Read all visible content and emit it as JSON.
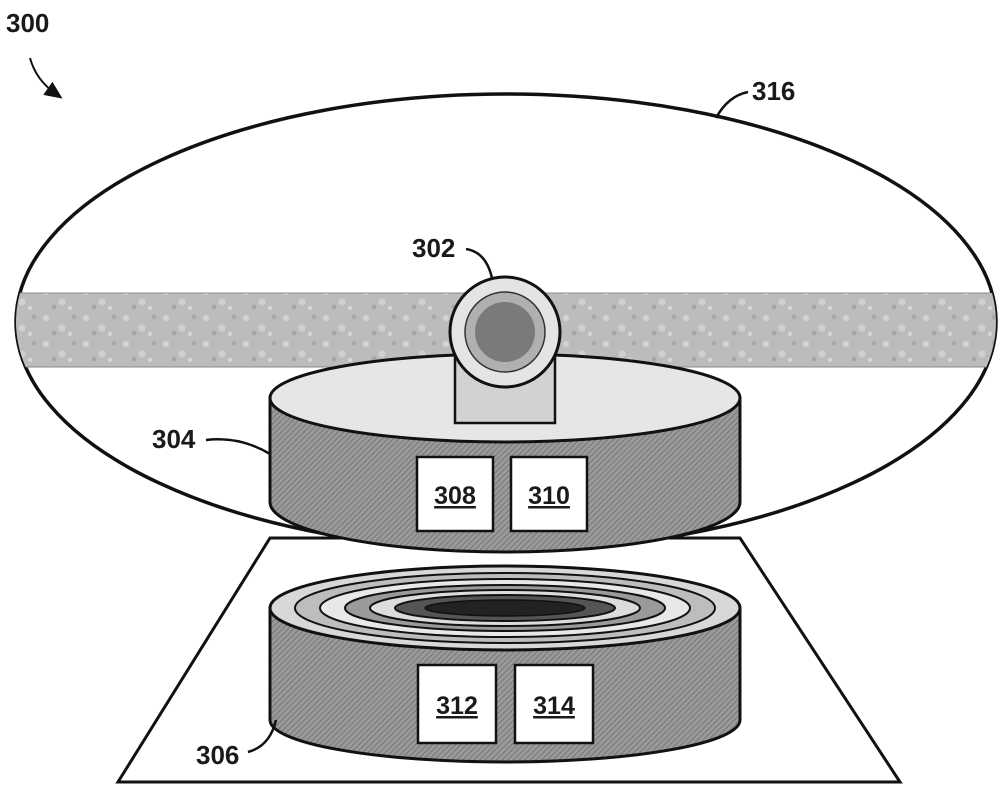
{
  "figure": {
    "labels": {
      "system": "300",
      "camera": "302",
      "upper_base": "304",
      "lower_base": "306",
      "module_a": "308",
      "module_b": "310",
      "module_c": "312",
      "module_d": "314",
      "field": "316"
    }
  },
  "colors": {
    "stroke": "#111111",
    "base_fill": "#8f8f8f",
    "top_face": "#e6e6e6",
    "band": "#bdbdbd",
    "lens": "#7a7a7a"
  }
}
